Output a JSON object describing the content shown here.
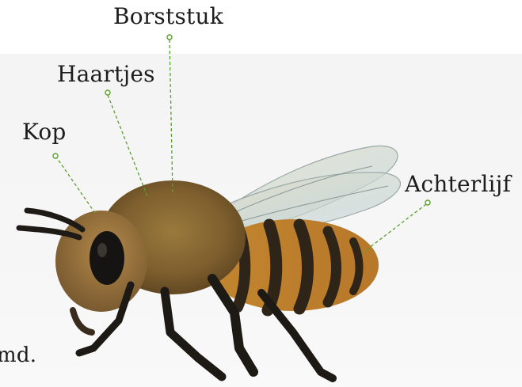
{
  "labels": {
    "borststuk": "Borststuk",
    "haartjes": "Haartjes",
    "kop": "Kop",
    "achterlijf": "Achterlijf",
    "trailing_text": "md."
  },
  "colors": {
    "leader_line": "#5aa02c",
    "label_text": "#1d1d1d"
  }
}
